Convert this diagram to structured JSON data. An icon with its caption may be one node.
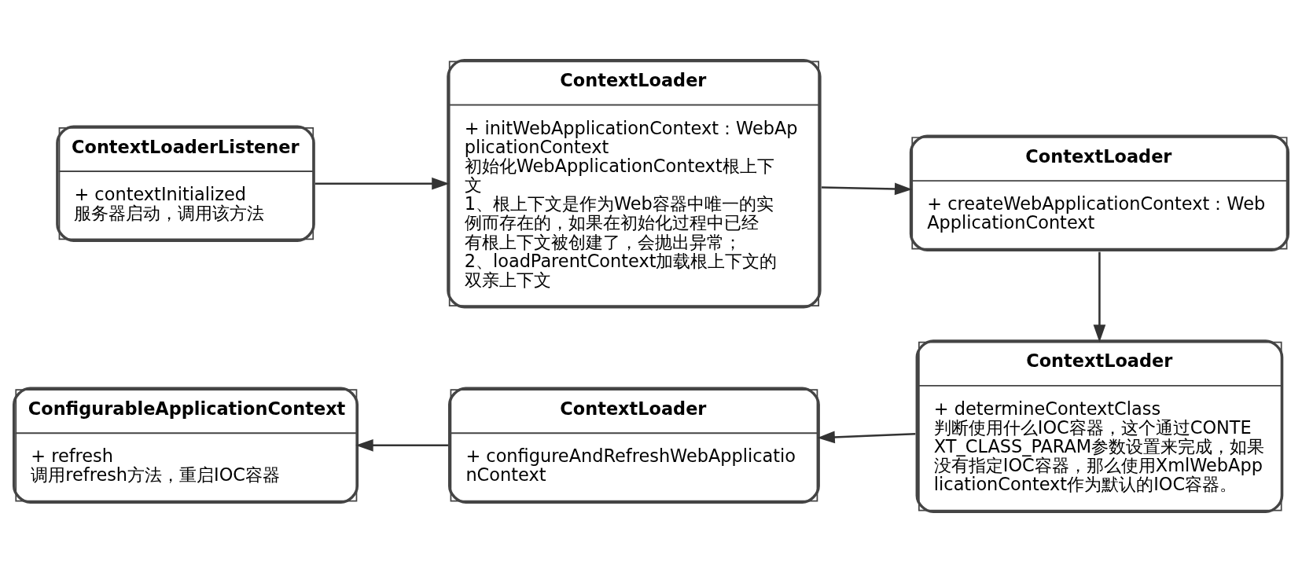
{
  "diagram": {
    "nodes": [
      {
        "text": [
          "ContextLoaderListener",
          "+ contextInitialized",
          "服务器启动，调用该方法"
        ]
      },
      {
        "text": [
          "ContextLoader",
          "+ initWebApplicationContext：WebApplicationContext",
          "初始化WebApplicationContext根上下文",
          "1、根上下文是作为Web容器中唯一的实例而存在的，如果在初始化过程中已经有根上下文被创建了，会抛出异常；",
          "2、loadParentContext加载根上下文的双亲上下文"
        ]
      },
      {
        "text": [
          "ContextLoader",
          "+ createWebApplicationContext：WebApplicationContext"
        ]
      },
      {
        "text": [
          "ContextLoader",
          "+ determineContextClass",
          "判断使用什么IOC容器，这个通过CONTEXT_CLASS_PARAM参数设置来完成，如果没有指定IOC容器，那么使用XmlWebApplicationContext作为默认的IOC容器。"
        ]
      },
      {
        "text": [
          "ContextLoader",
          "+ configureAndRefreshWebApplicationContext"
        ]
      },
      {
        "text": [
          "ConfigurableApplicationContext",
          "+ refresh",
          "调用refresh方法，重启IOC容器"
        ]
      }
    ],
    "edges": [
      {
        "from": 0,
        "to": 1,
        "arrow": "to"
      },
      {
        "from": 1,
        "to": 2,
        "arrow": "to"
      },
      {
        "from": 2,
        "to": 3,
        "arrow": "to"
      },
      {
        "from": 3,
        "to": 4,
        "arrow": "to"
      },
      {
        "from": 4,
        "to": 5,
        "arrow": "to"
      }
    ]
  }
}
